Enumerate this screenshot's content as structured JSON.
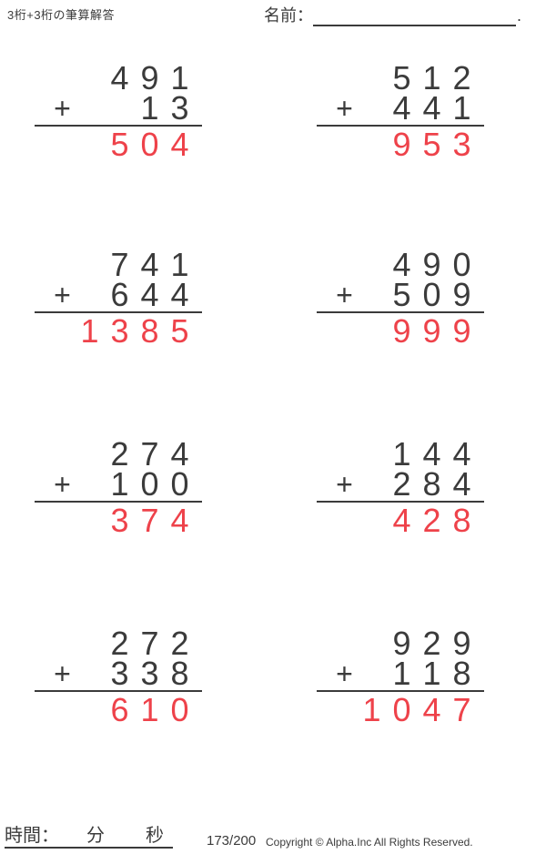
{
  "header": {
    "title": "3桁+3桁の筆算解答"
  },
  "name": {
    "label": "名前：",
    "period": "."
  },
  "plus_sign": "+",
  "problems": [
    {
      "addend1": "491",
      "addend2": "13",
      "answer": "504"
    },
    {
      "addend1": "512",
      "addend2": "441",
      "answer": "953"
    },
    {
      "addend1": "741",
      "addend2": "644",
      "answer": "1385"
    },
    {
      "addend1": "490",
      "addend2": "509",
      "answer": "999"
    },
    {
      "addend1": "274",
      "addend2": "100",
      "answer": "374"
    },
    {
      "addend1": "144",
      "addend2": "284",
      "answer": "428"
    },
    {
      "addend1": "272",
      "addend2": "338",
      "answer": "610"
    },
    {
      "addend1": "929",
      "addend2": "118",
      "answer": "1047"
    }
  ],
  "footer": {
    "time_label": "時間：",
    "minutes_label": "分",
    "seconds_label": "秒",
    "page_number": "173/200",
    "copyright": "Copyright © Alpha.Inc All Rights Reserved."
  },
  "colors": {
    "ink": "#3b3b3b",
    "answer_red": "#ee424a"
  }
}
